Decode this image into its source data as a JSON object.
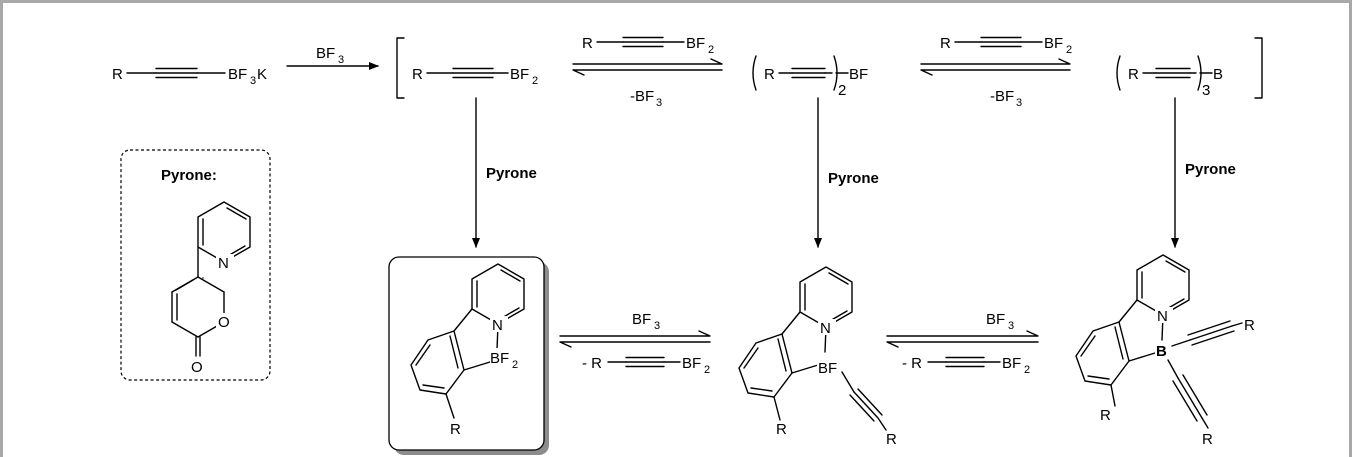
{
  "labels": {
    "reagent_r": "R",
    "reagent_bf3k": "BF",
    "reagent_sub3": "3",
    "reagent_k": "K",
    "arrow_bf3": "BF",
    "arrow_bf3_sub": "3",
    "int1_r": "R",
    "int1_bf": "BF",
    "int1_sub": "2",
    "eq1_top_r": "R",
    "eq1_top_bf": "BF",
    "eq1_top_sub": "2",
    "eq1_bottom": "-BF",
    "eq1_bottom_sub": "3",
    "int2_r": "R",
    "int2_sub": "2",
    "int2_bf": "BF",
    "eq2_top_r": "R",
    "eq2_top_bf": "BF",
    "eq2_top_sub": "2",
    "eq2_bottom": "-BF",
    "eq2_bottom_sub": "3",
    "int3_r": "R",
    "int3_sub": "3",
    "int3_b": "B",
    "pyrone_arrow_1": "Pyrone",
    "pyrone_arrow_2": "Pyrone",
    "pyrone_arrow_3": "Pyrone",
    "pyrone_box_title": "Pyrone:",
    "pyrone_n": "N",
    "pyrone_o_ring": "O",
    "pyrone_o_carbonyl": "O",
    "p1_n": "N",
    "p1_bf": "BF",
    "p1_sub": "2",
    "p1_r": "R",
    "eq3_top": "BF",
    "eq3_top_sub": "3",
    "eq3_bottom": "- R",
    "eq3_bottom_bf": "BF",
    "eq3_bottom_sub": "2",
    "p2_n": "N",
    "p2_bf": "BF",
    "p2_r1": "R",
    "p2_r2": "R",
    "eq4_top": "BF",
    "eq4_top_sub": "3",
    "eq4_bottom": "- R",
    "eq4_bottom_bf": "BF",
    "eq4_bottom_sub": "2",
    "p3_n": "N",
    "p3_b": "B",
    "p3_r1": "R",
    "p3_r2": "R",
    "p3_r3": "R"
  },
  "colors": {
    "frame": "#a8a8a8",
    "ink": "#000000",
    "shadow": "#8c8c8c"
  }
}
